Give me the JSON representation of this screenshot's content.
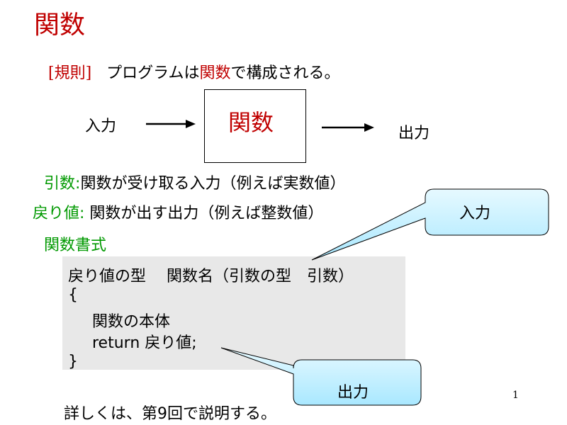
{
  "slide": {
    "title": "関数",
    "rule": {
      "tag": "[規則]",
      "text_before": "プログラムは",
      "highlight": "関数",
      "text_after": "で構成される。"
    },
    "diagram": {
      "input_label": "入力",
      "box_label": "関数",
      "output_label": "出力"
    },
    "definitions": [
      {
        "term": "引数",
        "sep": ":",
        "desc": "関数が受け取る入力（例えば実数値）"
      },
      {
        "term": "戻り値",
        "sep": ": ",
        "desc": "関数が出す出力（例えば整数値）"
      }
    ],
    "format_heading": "関数書式",
    "code_lines": [
      "戻り値の型　 関数名（引数の型　引数）",
      "{",
      "関数の本体",
      "return 戻り値;",
      "}"
    ],
    "callouts": {
      "input": "入力",
      "output": "出力"
    },
    "footer": "詳しくは、第9回で説明する。",
    "page_number": "1"
  },
  "colors": {
    "accent_red": "#c00000",
    "term_green": "#009900",
    "code_bg": "#e8e8e8",
    "callout_fill": "#ccf2ff"
  }
}
